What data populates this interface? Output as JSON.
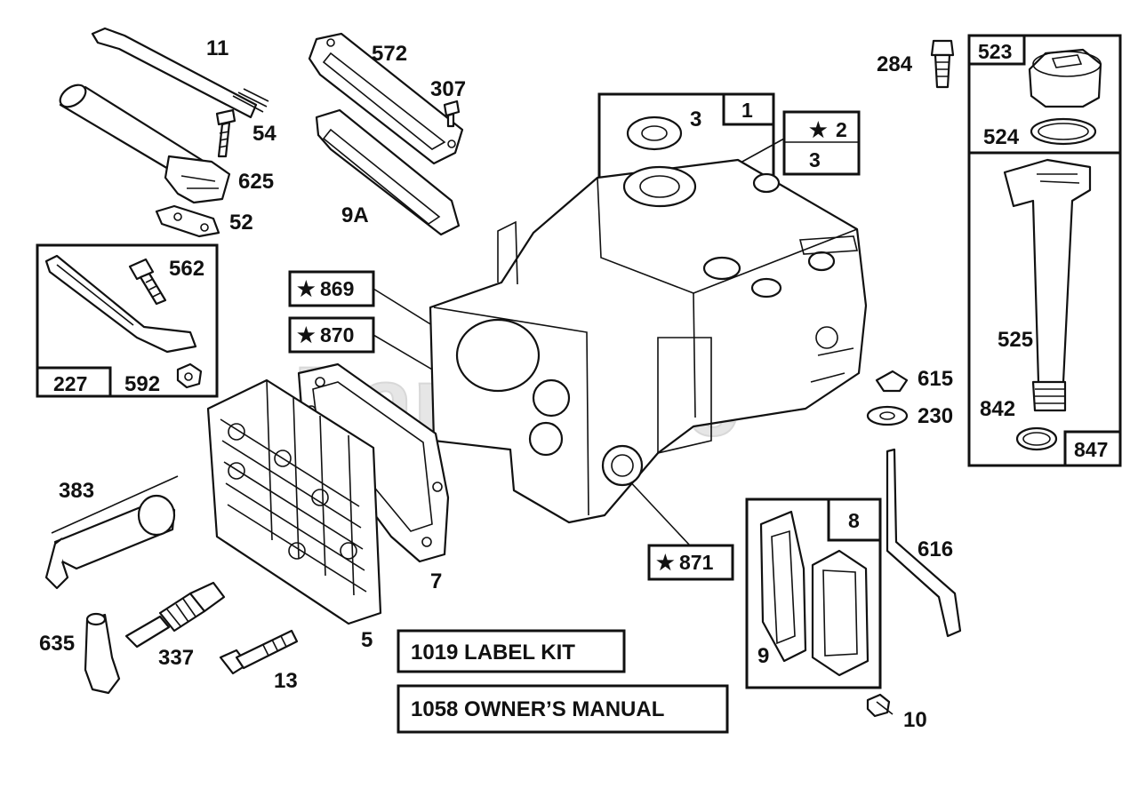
{
  "watermark": "PartsTree",
  "callouts": {
    "p11": "11",
    "p54": "54",
    "p625": "625",
    "p52": "52",
    "p572": "572",
    "p307": "307",
    "p9A": "9A",
    "p562": "562",
    "p592": "592",
    "p227": "227",
    "p869": "869",
    "p870": "870",
    "p871": "871",
    "p1": "1",
    "p2": "2",
    "p3a": "3",
    "p3b": "3",
    "p284": "284",
    "p523": "523",
    "p524": "524",
    "p525": "525",
    "p842": "842",
    "p847": "847",
    "p615": "615",
    "p230": "230",
    "p616": "616",
    "p8": "8",
    "p9": "9",
    "p10": "10",
    "p383": "383",
    "p635": "635",
    "p337": "337",
    "p13": "13",
    "p5": "5",
    "p7": "7"
  },
  "kits": {
    "label_kit": "1019 LABEL KIT",
    "owners_manual": "1058 OWNER’S MANUAL"
  },
  "star_glyph": "★"
}
